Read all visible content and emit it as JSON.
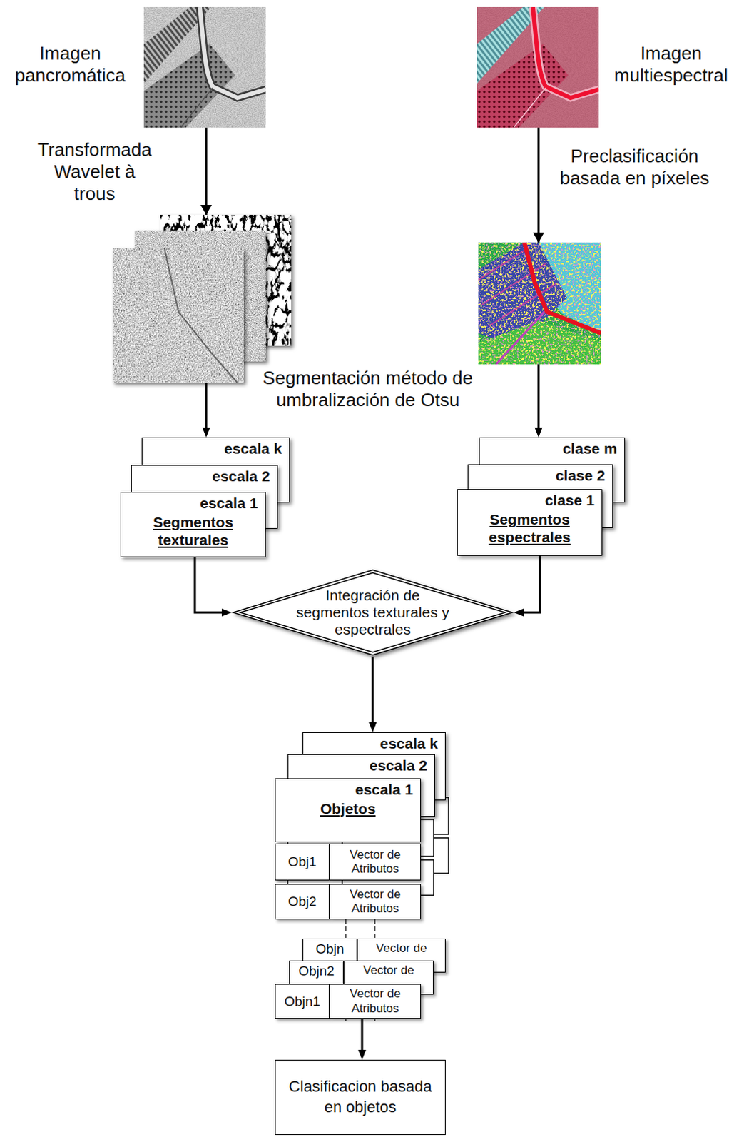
{
  "diagram": {
    "nodes": [
      {
        "text": [
          "Imagen pancromática"
        ]
      },
      {
        "text": [
          "Imagen multiespectral"
        ]
      },
      {
        "text": [
          "escala k"
        ]
      },
      {
        "text": [
          "escala 2"
        ]
      },
      {
        "text": [
          "escala 1",
          "Segmentos texturales"
        ]
      },
      {
        "text": [
          "clase m"
        ]
      },
      {
        "text": [
          "clase 2"
        ]
      },
      {
        "text": [
          "clase 1",
          "Segmentos espectrales"
        ]
      },
      {
        "text": [
          "Integración de segmentos texturales y espectrales"
        ]
      },
      {
        "text": [
          "escala k"
        ]
      },
      {
        "text": [
          "escala 2"
        ]
      },
      {
        "text": [
          "escala 1",
          "Objetos"
        ]
      },
      {
        "text": [
          "Obj1"
        ]
      },
      {
        "text": [
          "Vector de Atributos"
        ]
      },
      {
        "text": [
          "Obj2"
        ]
      },
      {
        "text": [
          "Vector de Atributos"
        ]
      },
      {
        "text": [
          "Objn"
        ]
      },
      {
        "text": [
          "Vector de"
        ]
      },
      {
        "text": [
          "Objn2"
        ]
      },
      {
        "text": [
          "Vector de"
        ]
      },
      {
        "text": [
          "Objn1"
        ]
      },
      {
        "text": [
          "Vector de Atributos"
        ]
      },
      {
        "text": [
          "Clasificacion basada en objetos"
        ]
      }
    ],
    "edges": [
      {
        "from": 0,
        "to": 2,
        "arrow": "to",
        "label": "Transformada Wavelet à trous"
      },
      {
        "from": 1,
        "to": 5,
        "arrow": "to",
        "label": "Preclasificación basada en píxeles"
      },
      {
        "from": 4,
        "to": 8,
        "arrow": "to"
      },
      {
        "from": 7,
        "to": 8,
        "arrow": "to"
      },
      {
        "from": 8,
        "to": 9,
        "arrow": "to"
      },
      {
        "from": 21,
        "to": 22,
        "arrow": "to"
      }
    ],
    "labels": [
      "Segmentación método de umbralización de Otsu"
    ]
  }
}
